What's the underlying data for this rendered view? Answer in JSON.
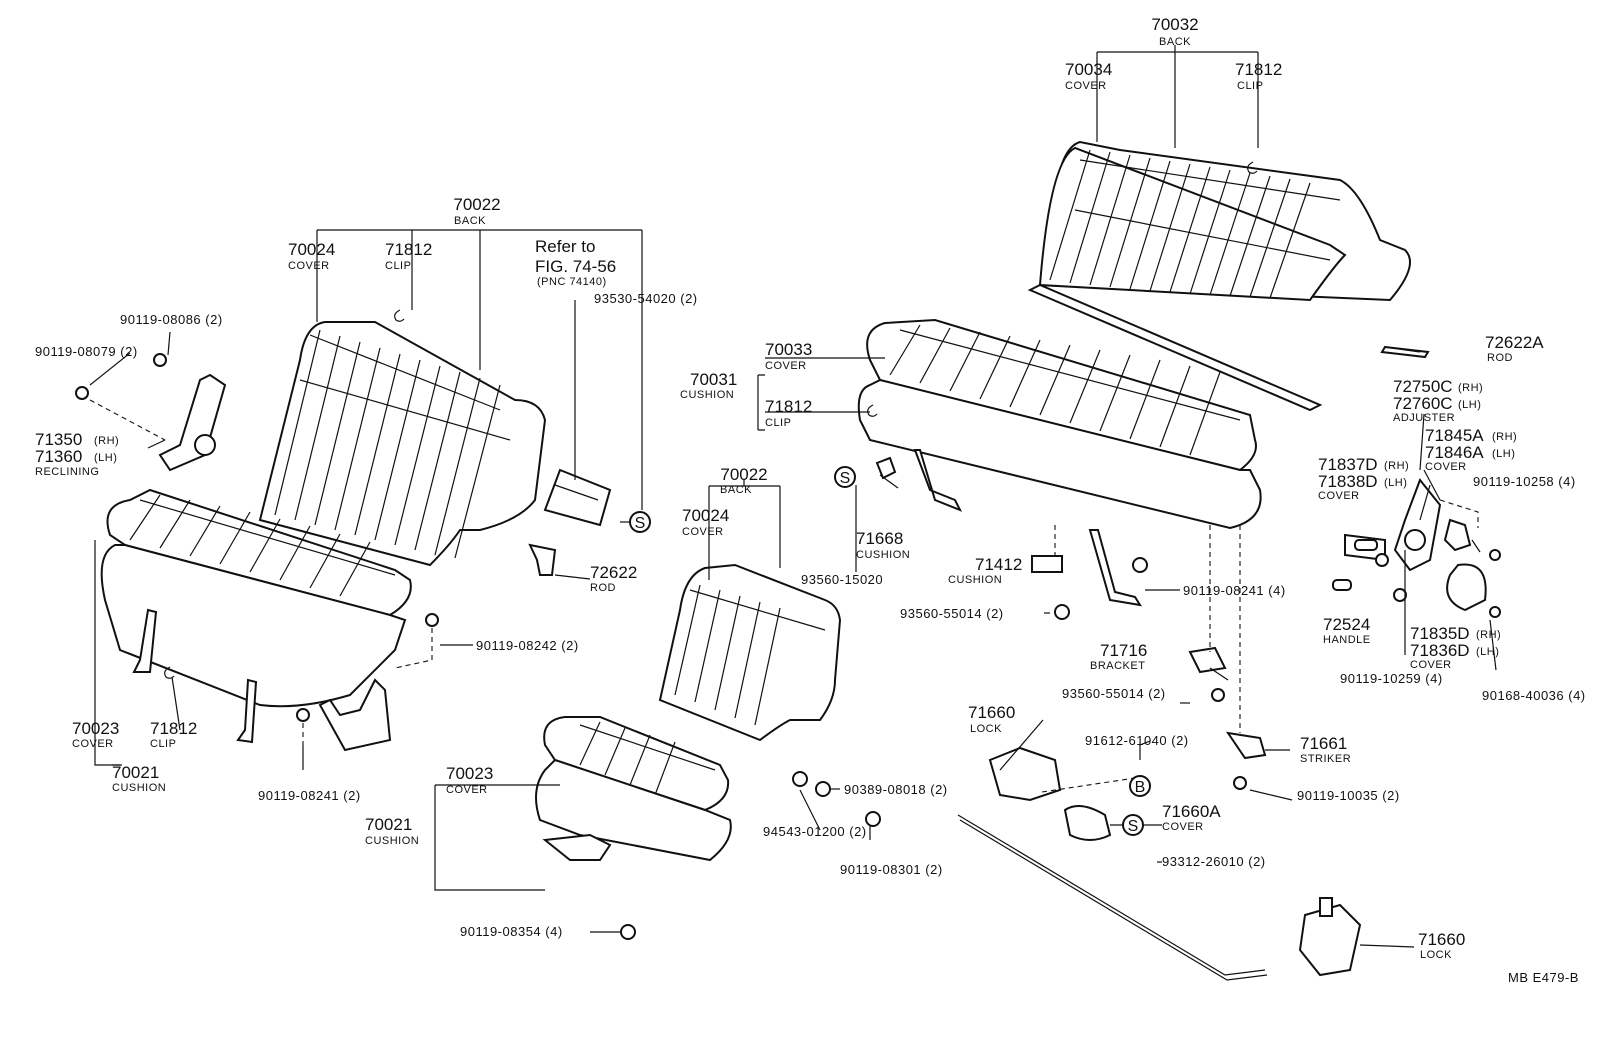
{
  "callouts": {
    "c70032": {
      "num": "70032",
      "desc": "BACK"
    },
    "c70034": {
      "num": "70034",
      "desc": "COVER"
    },
    "c71812_top": {
      "num": "71812",
      "desc": "CLIP"
    },
    "c72622A": {
      "num": "72622A",
      "desc": "ROD"
    },
    "c70033": {
      "num": "70033",
      "desc": "COVER"
    },
    "c70031": {
      "num": "70031",
      "desc": "CUSHION"
    },
    "c71812_r": {
      "num": "71812",
      "desc": "CLIP"
    },
    "c72750C": {
      "num": "72750C",
      "side": "(RH)"
    },
    "c72760C": {
      "num": "72760C",
      "side": "(LH)",
      "desc": "ADJUSTER"
    },
    "c71845A": {
      "num": "71845A",
      "side": "(RH)"
    },
    "c71846A": {
      "num": "71846A",
      "side": "(LH)",
      "desc": "COVER"
    },
    "c71837D": {
      "num": "71837D",
      "side": "(RH)"
    },
    "c71838D": {
      "num": "71838D",
      "side": "(LH)",
      "desc": "COVER"
    },
    "c9011910258": {
      "num": "90119-10258 (4)"
    },
    "c71668": {
      "num": "71668",
      "desc": "CUSHION"
    },
    "c9356015020": {
      "num": "93560-15020"
    },
    "c71412": {
      "num": "71412",
      "desc": "CUSHION"
    },
    "c9011908241r": {
      "num": "90119-08241 (4)"
    },
    "c9356055014a": {
      "num": "93560-55014 (2)"
    },
    "c72524": {
      "num": "72524",
      "desc": "HANDLE"
    },
    "c71835D": {
      "num": "71835D",
      "side": "(RH)"
    },
    "c71836D": {
      "num": "71836D",
      "side": "(LH)",
      "desc": "COVER"
    },
    "c9011910259": {
      "num": "90119-10259 (4)"
    },
    "c9016840036": {
      "num": "90168-40036 (4)"
    },
    "c71716": {
      "num": "71716",
      "desc": "BRACKET"
    },
    "c9356055014b": {
      "num": "93560-55014 (2)"
    },
    "c71660_top": {
      "num": "71660",
      "desc": "LOCK"
    },
    "c9161261040": {
      "num": "91612-61040 (2)"
    },
    "c71661": {
      "num": "71661",
      "desc": "STRIKER"
    },
    "c9011910035": {
      "num": "90119-10035 (2)"
    },
    "c71660A": {
      "num": "71660A",
      "desc": "COVER"
    },
    "c9331226010": {
      "num": "93312-26010 (2)"
    },
    "c71660_bot": {
      "num": "71660",
      "desc": "LOCK"
    },
    "c70022_l": {
      "num": "70022",
      "desc": "BACK"
    },
    "c70024_l": {
      "num": "70024",
      "desc": "COVER"
    },
    "c71812_l": {
      "num": "71812",
      "desc": "CLIP"
    },
    "refer": {
      "line1": "Refer to",
      "line2": "FIG. 74-56",
      "line3": "(PNC 74140)"
    },
    "c9353054020": {
      "num": "93530-54020 (2)"
    },
    "c9011908086": {
      "num": "90119-08086 (2)"
    },
    "c9011908079": {
      "num": "90119-08079 (2)"
    },
    "c71350": {
      "num": "71350",
      "side": "(RH)"
    },
    "c71360": {
      "num": "71360",
      "side": "(LH)",
      "desc": "RECLINING"
    },
    "c72622": {
      "num": "72622",
      "desc": "ROD"
    },
    "c9011908242": {
      "num": "90119-08242 (2)"
    },
    "c70023_l": {
      "num": "70023",
      "desc": "COVER"
    },
    "c71812_lb": {
      "num": "71812",
      "desc": "CLIP"
    },
    "c70021_l": {
      "num": "70021",
      "desc": "CUSHION"
    },
    "c9011908241l": {
      "num": "90119-08241 (2)"
    },
    "c70022_m": {
      "num": "70022",
      "desc": "BACK"
    },
    "c70024_m": {
      "num": "70024",
      "desc": "COVER"
    },
    "c70023_m": {
      "num": "70023",
      "desc": "COVER"
    },
    "c70021_m": {
      "num": "70021",
      "desc": "CUSHION"
    },
    "c9011908354": {
      "num": "90119-08354 (4)"
    },
    "c9038908018": {
      "num": "90389-08018 (2)"
    },
    "c9454301200": {
      "num": "94543-01200 (2)"
    },
    "c9011908301": {
      "num": "90119-08301 (2)"
    }
  },
  "symbols": {
    "s": "S",
    "b": "B"
  },
  "footer": {
    "code": "MB  E479-B"
  }
}
